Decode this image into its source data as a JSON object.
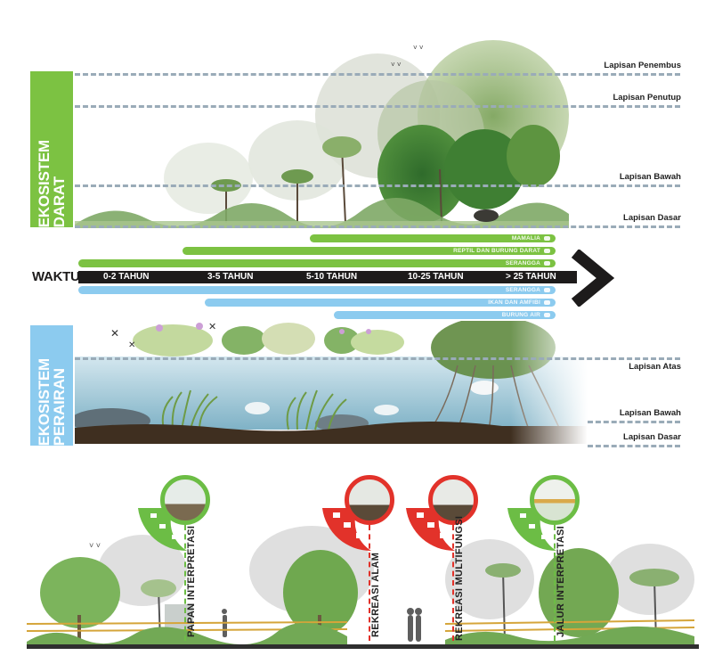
{
  "colors": {
    "land_green": "#7cc242",
    "water_blue": "#8ccbef",
    "timeline_black": "#1d1b1b",
    "dash_gray": "#9aabb8",
    "sign_green": "#6cbd45",
    "sign_red": "#e2322a"
  },
  "land_ecosystem": {
    "title": "EKOSISTEM\nDARAT",
    "layers": [
      {
        "label": "Lapisan Penembus"
      },
      {
        "label": "Lapisan Penutup"
      },
      {
        "label": "Lapisan Bawah"
      },
      {
        "label": "Lapisan Dasar"
      }
    ]
  },
  "timeline": {
    "label": "WAKTU",
    "ticks": [
      "0-2 TAHUN",
      "3-5 TAHUN",
      "5-10 TAHUN",
      "10-25 TAHUN",
      "> 25 TAHUN"
    ],
    "land_fauna": [
      {
        "label": "MAMALIA",
        "icon": "mammal-icon",
        "start": "5-10 TAHUN"
      },
      {
        "label": "REPTIL DAN BURUNG DARAT",
        "icon": "bird-icon",
        "start": "3-5 TAHUN"
      },
      {
        "label": "SERANGGA",
        "icon": "insect-icon",
        "start": "0-2 TAHUN"
      }
    ],
    "water_fauna": [
      {
        "label": "SERANGGA",
        "icon": "insect-icon",
        "start": "0-2 TAHUN"
      },
      {
        "label": "IKAN DAN AMFIBI",
        "icon": "fish-icon",
        "start": "3-5 TAHUN"
      },
      {
        "label": "BURUNG AIR",
        "icon": "waterbird-icon",
        "start": "5-10 TAHUN"
      }
    ]
  },
  "water_ecosystem": {
    "title": "EKOSISTEM\nPERAIRAN",
    "layers": [
      {
        "label": "Lapisan Atas"
      },
      {
        "label": "Lapisan Bawah"
      },
      {
        "label": "Lapisan Dasar"
      }
    ]
  },
  "signposts": [
    {
      "label": "PAPAN INTERPRETASI",
      "type": "green"
    },
    {
      "label": "REKREASI ALAM",
      "type": "red"
    },
    {
      "label": "REKREASI MULTIFUNGSI",
      "type": "red"
    },
    {
      "label": "JALUR INTERPRETASI",
      "type": "green"
    }
  ]
}
